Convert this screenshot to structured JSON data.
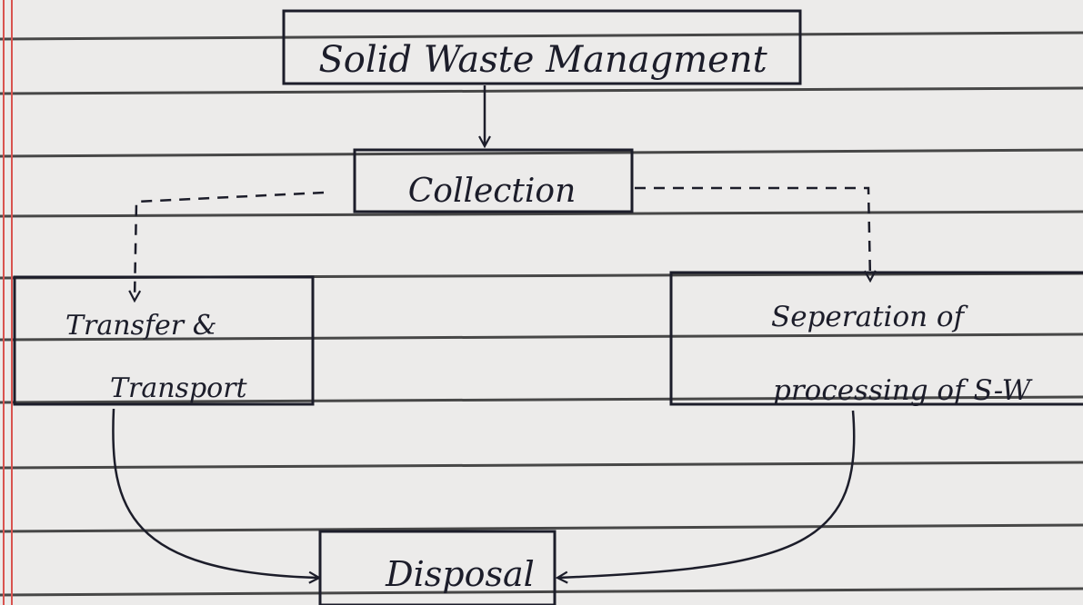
{
  "nodes": {
    "root": {
      "label": "Solid Waste Managment"
    },
    "collection": {
      "label": "Collection"
    },
    "transfer": {
      "line1": "Transfer &",
      "line2": "Transport"
    },
    "separation": {
      "line1": "Seperation of",
      "line2": "processing of S-W"
    },
    "disposal": {
      "label": "Disposal"
    }
  },
  "colors": {
    "paper": "#ecebea",
    "ruled_line": "#2b2b2b",
    "margin_line": "#d9534f",
    "ink": "#1c1d2a"
  }
}
